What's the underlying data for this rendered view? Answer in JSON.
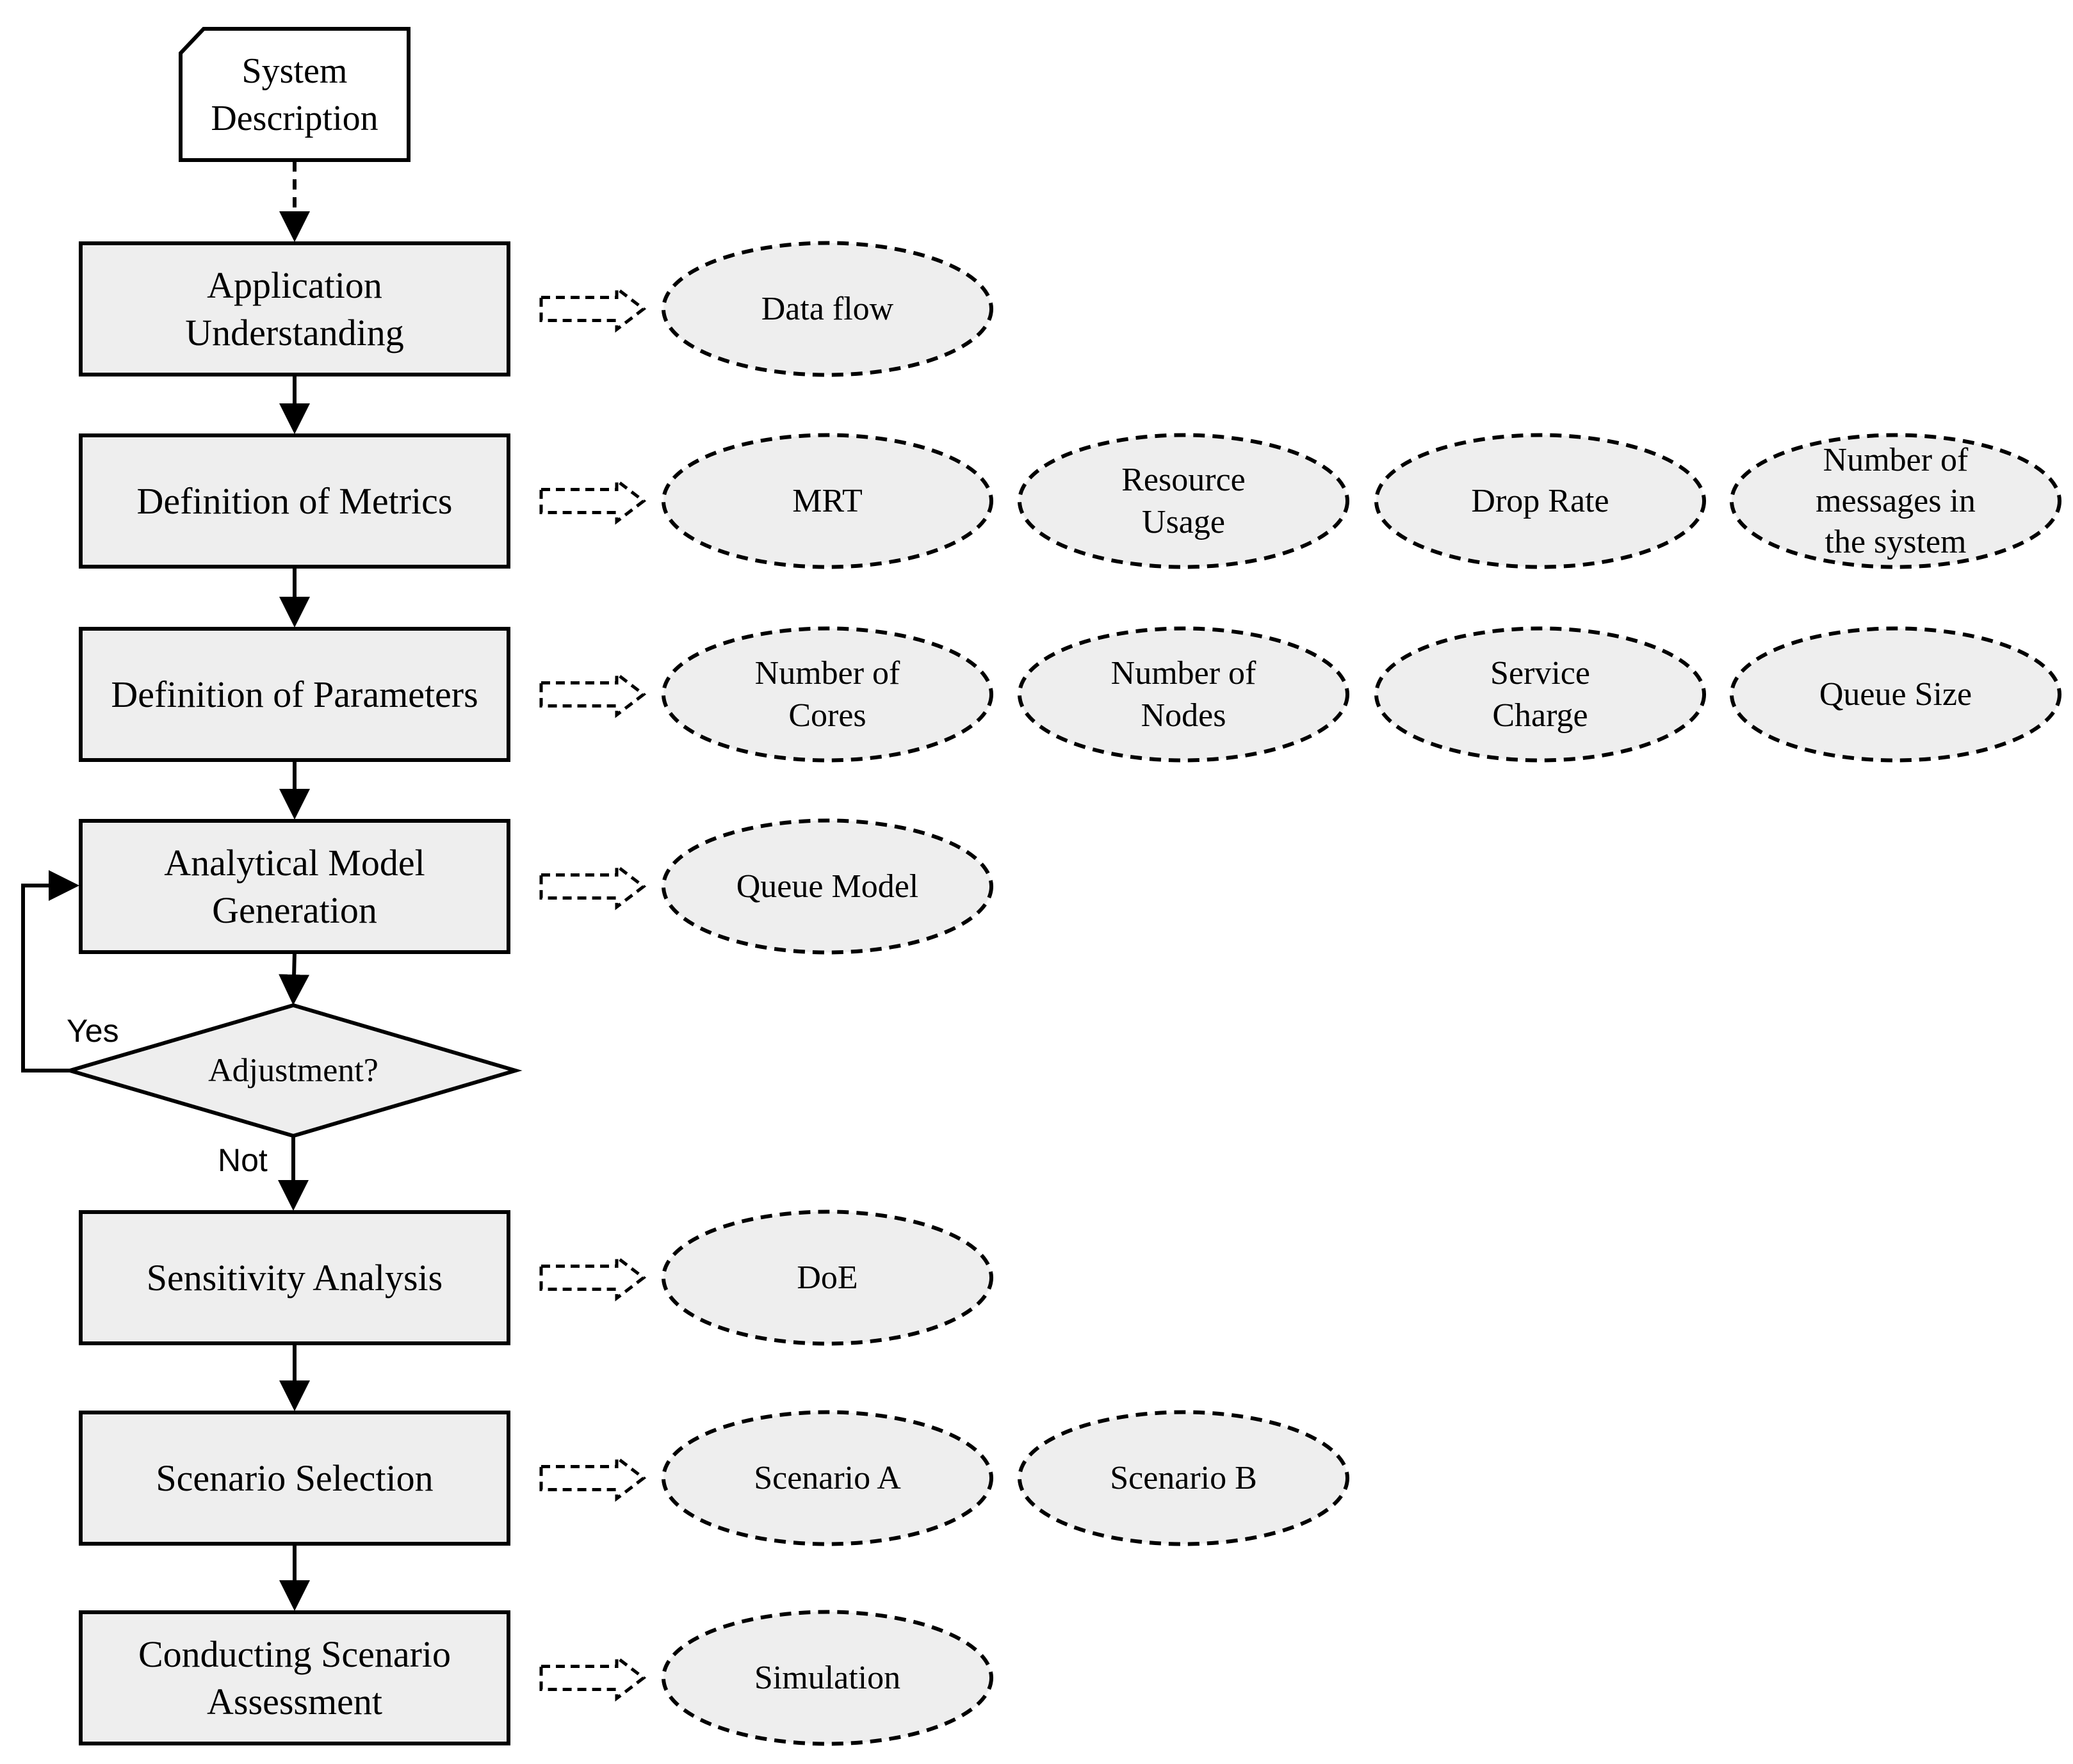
{
  "start": {
    "label": [
      "System",
      "Description"
    ]
  },
  "steps": [
    {
      "id": "app",
      "label": [
        "Application",
        "Understanding"
      ],
      "outputs": [
        {
          "label": [
            "Data flow"
          ]
        }
      ]
    },
    {
      "id": "metrics",
      "label": [
        "Definition of Metrics"
      ],
      "outputs": [
        {
          "label": [
            "MRT"
          ]
        },
        {
          "label": [
            "Resource",
            "Usage"
          ]
        },
        {
          "label": [
            "Drop Rate"
          ]
        },
        {
          "label": [
            "Number of",
            "messages in",
            "the system"
          ]
        }
      ]
    },
    {
      "id": "params",
      "label": [
        "Definition of Parameters"
      ],
      "outputs": [
        {
          "label": [
            "Number of",
            "Cores"
          ]
        },
        {
          "label": [
            "Number of",
            "Nodes"
          ]
        },
        {
          "label": [
            "Service",
            "Charge"
          ]
        },
        {
          "label": [
            "Queue Size"
          ]
        }
      ]
    },
    {
      "id": "model",
      "label": [
        "Analytical Model",
        "Generation"
      ],
      "outputs": [
        {
          "label": [
            "Queue Model"
          ]
        }
      ]
    },
    {
      "id": "sens",
      "label": [
        "Sensitivity Analysis"
      ],
      "outputs": [
        {
          "label": [
            "DoE"
          ]
        }
      ]
    },
    {
      "id": "scen",
      "label": [
        "Scenario Selection"
      ],
      "outputs": [
        {
          "label": [
            "Scenario A"
          ]
        },
        {
          "label": [
            "Scenario B"
          ]
        }
      ]
    },
    {
      "id": "assess",
      "label": [
        "Conducting Scenario",
        "Assessment"
      ],
      "outputs": [
        {
          "label": [
            "Simulation"
          ]
        }
      ]
    }
  ],
  "decision": {
    "label": "Adjustment?",
    "yes_label": "Yes",
    "no_label": "Not"
  },
  "colors": {
    "fill": "#eeeeee",
    "stroke": "#000000",
    "background": "#ffffff"
  }
}
